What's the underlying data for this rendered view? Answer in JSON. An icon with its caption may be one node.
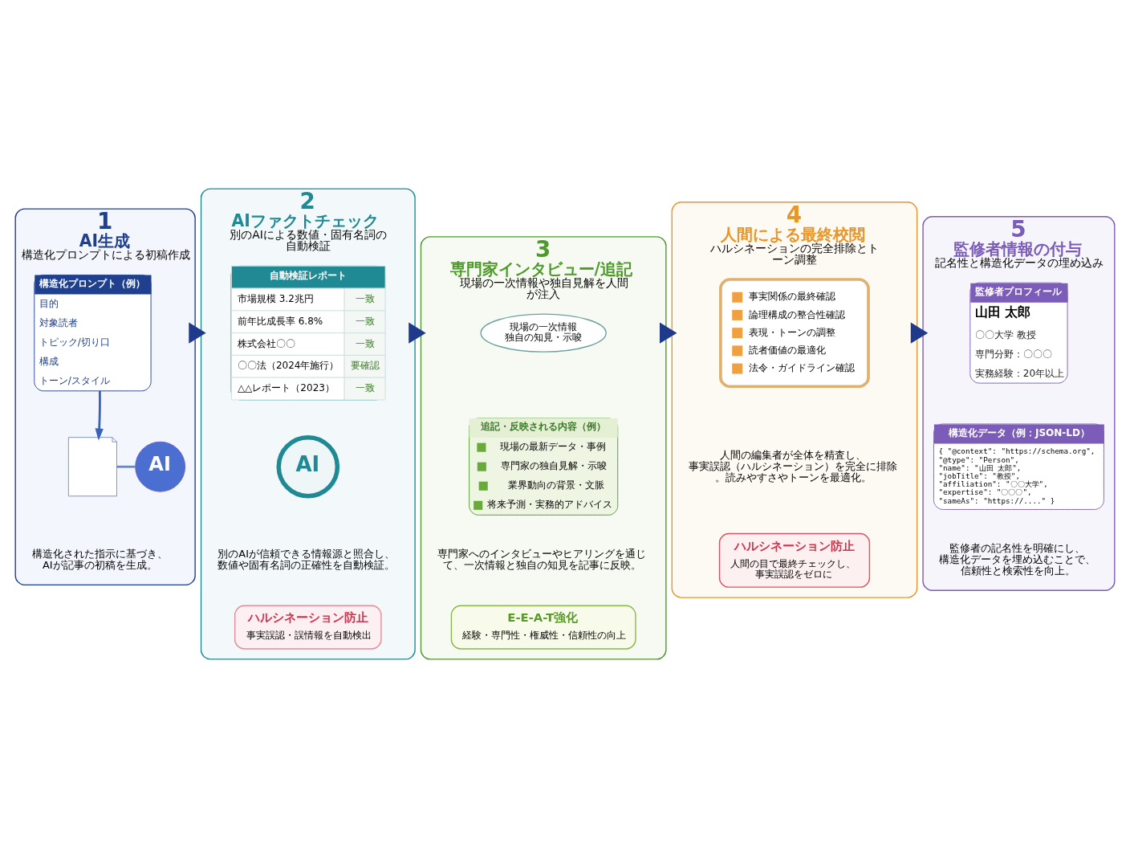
{
  "diagram": {
    "nodes": [
      {
        "text": [
          "1",
          "AI生成",
          "構造化プロンプトによる初稿作成",
          "構造化された指示に基づき、AIが記事の初稿を生成。"
        ]
      },
      {
        "text": [
          "構造化プロンプト（例）",
          "目的",
          "対象読者",
          "トピック/切り口",
          "構成",
          "トーン/スタイル"
        ],
        "in": 0
      },
      {
        "text": [],
        "shape": "picture",
        "in": 0
      },
      {
        "text": [
          "AI"
        ],
        "in": 0
      },
      {
        "text": [
          "2",
          "AIファクトチェック",
          "別のAIによる数値・固有名詞の自動検証",
          "別のAIが信頼できる情報源と照合し、数値や固有名詞の正確性を自動検証。"
        ]
      },
      {
        "text": [
          "自動検証レポート",
          "市場規模 3.2兆円",
          "一致",
          "前年比成長率 6.8%",
          "一致",
          "株式会社〇〇",
          "一致",
          "〇〇法（2024年施行）",
          "要確認",
          "△△レポート（2023）",
          "一致"
        ],
        "in": 4
      },
      {
        "text": [
          "AI"
        ],
        "in": 4
      },
      {
        "text": [
          "ハルシネーション防止",
          "事実誤認・誤情報を自動検出"
        ],
        "in": 4
      },
      {
        "text": [
          "3",
          "専門家インタビュー/追記",
          "現場の一次情報や独自見解を人間が注入",
          "専門家へのインタビューやヒアリングを通じて、一次情報と独自の知見を記事に反映。"
        ]
      },
      {
        "text": [
          "現場の一次情報",
          "独自の知見・示唆"
        ],
        "in": 8
      },
      {
        "text": [
          "追記・反映される内容（例）",
          "現場の最新データ・事例",
          "専門家の独自見解・示唆",
          "業界動向の背景・文脈",
          "将来予測・実務的アドバイス"
        ],
        "in": 8
      },
      {
        "text": [
          "E-E-A-T強化",
          "経験・専門性・権威性・信頼性の向上"
        ],
        "in": 8
      },
      {
        "text": [
          "4",
          "人間による最終校閲",
          "ハルシネーションの完全排除とトーン調整",
          "人間の編集者が全体を精査し、事実誤認（ハルシネーション）を完全に排除。読みやすさやトーンを最適化。"
        ]
      },
      {
        "text": [
          "事実関係の最終確認",
          "論理構成の整合性確認",
          "表現・トーンの調整",
          "読者価値の最適化",
          "法令・ガイドライン確認"
        ],
        "in": 12
      },
      {
        "text": [
          "ハルシネーション防止",
          "人間の目で最終チェックし、事実誤認をゼロに"
        ],
        "in": 12
      },
      {
        "text": [
          "5",
          "監修者情報の付与",
          "記名性と構造化データの埋め込み",
          "監修者の記名性を明確にし、構造化データを埋め込むことで、信頼性と検索性を向上。"
        ]
      },
      {
        "text": [
          "監修者プロフィール",
          "山田 太郎",
          "〇〇大学 教授",
          "専門分野：〇〇〇",
          "実務経験：20年以上"
        ],
        "in": 15
      },
      {
        "text": [
          "構造化データ（例：JSON-LD）",
          "{ \"@context\": \"https://schema.org\", \"@type\": \"Person\", \"name\": \"山田 太郎\", \"jobTitle\": \"教授\", \"affiliation\": \"〇〇大学\", \"expertise\": \"〇〇〇\", \"sameAs\": \"https://....\" }"
        ],
        "in": 15
      }
    ],
    "edges": [
      {
        "from": 1,
        "to": 2,
        "arrow": "to",
        "color": "#3a62b8"
      },
      {
        "from": 2,
        "to": 3,
        "arrow": "none",
        "color": "#6a86c0"
      },
      {
        "from": 0,
        "to": 4,
        "arrow": "to",
        "style": "thick"
      },
      {
        "from": 4,
        "to": 8,
        "arrow": "to",
        "style": "thick"
      },
      {
        "from": 8,
        "to": 12,
        "arrow": "to",
        "style": "thick"
      },
      {
        "from": 12,
        "to": 15,
        "arrow": "to",
        "style": "thick"
      }
    ]
  }
}
